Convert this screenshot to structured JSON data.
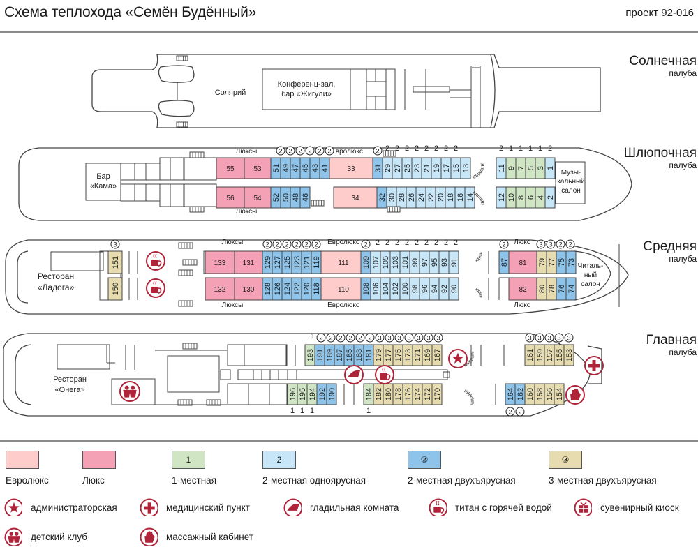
{
  "header": {
    "title": "Схема теплохода «Семён Будённый»",
    "project": "проект 92-016"
  },
  "colors": {
    "euroluxe": "#ffcccc",
    "luxe": "#f4a1b5",
    "single": "#cfe5c4",
    "double_single_tier": "#c7e6f7",
    "double_bunk": "#8fc4ea",
    "triple_bunk": "#e6dcb0",
    "amenity": "#b0243a",
    "line": "#444444"
  },
  "decks": {
    "sun": {
      "name": "Солнечная",
      "sub": "палуба",
      "rooms": {
        "solarium": "Солярий",
        "conference": [
          "Конференц-зал,",
          "бар «Жигули»"
        ]
      }
    },
    "boat": {
      "name": "Шлюпочная",
      "sub": "палуба",
      "rooms": {
        "bar": [
          "Бар",
          "«Кама»"
        ],
        "music": [
          "Музы-",
          "кальный",
          "салон"
        ]
      },
      "labels": {
        "lux_top": "Люксы",
        "lux_bottom": "Люксы",
        "euro": "Евролюкс"
      },
      "top_row": [
        {
          "n": "55",
          "t": "luxe"
        },
        {
          "n": "53",
          "t": "luxe"
        },
        {
          "n": "51",
          "t": "double_bunk"
        },
        {
          "n": "49",
          "t": "double_bunk"
        },
        {
          "n": "47",
          "t": "double_bunk"
        },
        {
          "n": "45",
          "t": "double_bunk"
        },
        {
          "n": "43",
          "t": "double_bunk"
        },
        {
          "n": "41",
          "t": "double_bunk"
        },
        {
          "n": "33",
          "t": "euroluxe"
        },
        {
          "n": "31",
          "t": "double_bunk"
        },
        {
          "n": "29",
          "t": "double_single_tier"
        },
        {
          "n": "27",
          "t": "double_single_tier"
        },
        {
          "n": "25",
          "t": "double_single_tier"
        },
        {
          "n": "23",
          "t": "double_single_tier"
        },
        {
          "n": "21",
          "t": "double_single_tier"
        },
        {
          "n": "19",
          "t": "double_single_tier"
        },
        {
          "n": "17",
          "t": "double_single_tier"
        },
        {
          "n": "15",
          "t": "double_single_tier"
        },
        {
          "n": "13",
          "t": "double_single_tier"
        },
        {
          "n": "11",
          "t": "double_single_tier"
        },
        {
          "n": "9",
          "t": "single"
        },
        {
          "n": "7",
          "t": "single"
        },
        {
          "n": "5",
          "t": "single"
        },
        {
          "n": "3",
          "t": "single"
        },
        {
          "n": "1",
          "t": "double_single_tier"
        }
      ],
      "bottom_row": [
        {
          "n": "56",
          "t": "luxe"
        },
        {
          "n": "54",
          "t": "luxe"
        },
        {
          "n": "52",
          "t": "double_bunk"
        },
        {
          "n": "50",
          "t": "double_bunk"
        },
        {
          "n": "48",
          "t": "double_bunk"
        },
        {
          "n": "46",
          "t": "double_bunk"
        },
        {
          "n": "34",
          "t": "euroluxe"
        },
        {
          "n": "32",
          "t": "double_bunk"
        },
        {
          "n": "30",
          "t": "double_single_tier"
        },
        {
          "n": "28",
          "t": "double_single_tier"
        },
        {
          "n": "26",
          "t": "double_single_tier"
        },
        {
          "n": "24",
          "t": "double_single_tier"
        },
        {
          "n": "22",
          "t": "double_single_tier"
        },
        {
          "n": "20",
          "t": "double_single_tier"
        },
        {
          "n": "18",
          "t": "double_single_tier"
        },
        {
          "n": "16",
          "t": "double_single_tier"
        },
        {
          "n": "14",
          "t": "double_single_tier"
        },
        {
          "n": "12",
          "t": "double_single_tier"
        },
        {
          "n": "10",
          "t": "single"
        },
        {
          "n": "8",
          "t": "single"
        },
        {
          "n": "6",
          "t": "single"
        },
        {
          "n": "4",
          "t": "single"
        },
        {
          "n": "2",
          "t": "double_single_tier"
        }
      ]
    },
    "middle": {
      "name": "Средняя",
      "sub": "палуба",
      "rooms": {
        "restaurant": [
          "Ресторан",
          "«Ладога»"
        ],
        "reading": [
          "Читаль-",
          "ный",
          "салон"
        ]
      },
      "labels": {
        "lux_top": "Люксы",
        "lux_bottom": "Люксы",
        "euro_top": "Евролюкс",
        "euro_bottom": "Евролюкс",
        "lux_fwd_top": "Люкс",
        "lux_fwd_bottom": "Люкс"
      },
      "top_row": [
        {
          "n": "151",
          "t": "triple_bunk"
        },
        {
          "n": "133",
          "t": "luxe"
        },
        {
          "n": "131",
          "t": "luxe"
        },
        {
          "n": "129",
          "t": "double_bunk"
        },
        {
          "n": "127",
          "t": "double_bunk"
        },
        {
          "n": "125",
          "t": "double_bunk"
        },
        {
          "n": "123",
          "t": "double_bunk"
        },
        {
          "n": "121",
          "t": "double_bunk"
        },
        {
          "n": "119",
          "t": "double_bunk"
        },
        {
          "n": "111",
          "t": "euroluxe"
        },
        {
          "n": "109",
          "t": "double_bunk"
        },
        {
          "n": "107",
          "t": "double_single_tier"
        },
        {
          "n": "105",
          "t": "double_single_tier"
        },
        {
          "n": "103",
          "t": "double_single_tier"
        },
        {
          "n": "101",
          "t": "double_single_tier"
        },
        {
          "n": "99",
          "t": "double_single_tier"
        },
        {
          "n": "97",
          "t": "double_single_tier"
        },
        {
          "n": "95",
          "t": "double_single_tier"
        },
        {
          "n": "93",
          "t": "double_single_tier"
        },
        {
          "n": "91",
          "t": "double_single_tier"
        },
        {
          "n": "87",
          "t": "double_bunk"
        },
        {
          "n": "81",
          "t": "luxe"
        },
        {
          "n": "79",
          "t": "triple_bunk"
        },
        {
          "n": "77",
          "t": "triple_bunk"
        },
        {
          "n": "75",
          "t": "double_bunk"
        },
        {
          "n": "73",
          "t": "double_bunk"
        }
      ],
      "bottom_row": [
        {
          "n": "150",
          "t": "triple_bunk"
        },
        {
          "n": "132",
          "t": "luxe"
        },
        {
          "n": "130",
          "t": "luxe"
        },
        {
          "n": "128",
          "t": "double_bunk"
        },
        {
          "n": "126",
          "t": "double_bunk"
        },
        {
          "n": "124",
          "t": "double_bunk"
        },
        {
          "n": "122",
          "t": "double_bunk"
        },
        {
          "n": "120",
          "t": "double_bunk"
        },
        {
          "n": "118",
          "t": "double_bunk"
        },
        {
          "n": "110",
          "t": "euroluxe"
        },
        {
          "n": "108",
          "t": "double_bunk"
        },
        {
          "n": "106",
          "t": "double_single_tier"
        },
        {
          "n": "104",
          "t": "double_single_tier"
        },
        {
          "n": "102",
          "t": "double_single_tier"
        },
        {
          "n": "100",
          "t": "double_single_tier"
        },
        {
          "n": "98",
          "t": "double_single_tier"
        },
        {
          "n": "96",
          "t": "double_single_tier"
        },
        {
          "n": "94",
          "t": "double_single_tier"
        },
        {
          "n": "92",
          "t": "double_single_tier"
        },
        {
          "n": "90",
          "t": "double_single_tier"
        },
        {
          "n": "82",
          "t": "luxe"
        },
        {
          "n": "80",
          "t": "triple_bunk"
        },
        {
          "n": "78",
          "t": "triple_bunk"
        },
        {
          "n": "76",
          "t": "double_bunk"
        },
        {
          "n": "74",
          "t": "double_bunk"
        }
      ]
    },
    "main": {
      "name": "Главная",
      "sub": "палуба",
      "rooms": {
        "restaurant": [
          "Ресторан",
          "«Онега»"
        ]
      },
      "top_row": [
        {
          "n": "193",
          "t": "single"
        },
        {
          "n": "191",
          "t": "double_bunk"
        },
        {
          "n": "189",
          "t": "double_bunk"
        },
        {
          "n": "187",
          "t": "double_bunk"
        },
        {
          "n": "185",
          "t": "double_bunk"
        },
        {
          "n": "183",
          "t": "double_bunk"
        },
        {
          "n": "181",
          "t": "double_bunk"
        },
        {
          "n": "179",
          "t": "triple_bunk"
        },
        {
          "n": "177",
          "t": "triple_bunk"
        },
        {
          "n": "175",
          "t": "triple_bunk"
        },
        {
          "n": "173",
          "t": "triple_bunk"
        },
        {
          "n": "171",
          "t": "triple_bunk"
        },
        {
          "n": "169",
          "t": "triple_bunk"
        },
        {
          "n": "167",
          "t": "triple_bunk"
        },
        {
          "n": "161",
          "t": "triple_bunk"
        },
        {
          "n": "159",
          "t": "triple_bunk"
        },
        {
          "n": "157",
          "t": "triple_bunk"
        },
        {
          "n": "155",
          "t": "triple_bunk"
        },
        {
          "n": "153",
          "t": "triple_bunk"
        }
      ],
      "bottom_row": [
        {
          "n": "196",
          "t": "single"
        },
        {
          "n": "195",
          "t": "single"
        },
        {
          "n": "194",
          "t": "single"
        },
        {
          "n": "192",
          "t": "double_bunk"
        },
        {
          "n": "190",
          "t": "double_bunk"
        },
        {
          "n": "184",
          "t": "single"
        },
        {
          "n": "182",
          "t": "triple_bunk"
        },
        {
          "n": "180",
          "t": "triple_bunk"
        },
        {
          "n": "178",
          "t": "triple_bunk"
        },
        {
          "n": "176",
          "t": "triple_bunk"
        },
        {
          "n": "174",
          "t": "triple_bunk"
        },
        {
          "n": "172",
          "t": "triple_bunk"
        },
        {
          "n": "170",
          "t": "triple_bunk"
        },
        {
          "n": "164",
          "t": "double_bunk"
        },
        {
          "n": "162",
          "t": "double_bunk"
        },
        {
          "n": "160",
          "t": "triple_bunk"
        },
        {
          "n": "158",
          "t": "triple_bunk"
        },
        {
          "n": "156",
          "t": "triple_bunk"
        },
        {
          "n": "154",
          "t": "triple_bunk"
        }
      ]
    }
  },
  "legend": {
    "cabins": [
      {
        "key": "euroluxe",
        "mark": "",
        "label": "Евролюкс"
      },
      {
        "key": "luxe",
        "mark": "",
        "label": "Люкс"
      },
      {
        "key": "single",
        "mark": "1",
        "label": "1-местная"
      },
      {
        "key": "double_single_tier",
        "mark": "2",
        "label": "2-местная одноярусная"
      },
      {
        "key": "double_bunk",
        "mark": "②",
        "label": "2-местная двухъярусная"
      },
      {
        "key": "triple_bunk",
        "mark": "③",
        "label": "3-местная двухъярусная"
      }
    ],
    "amenities": [
      {
        "icon": "star",
        "label": "администраторская"
      },
      {
        "icon": "cross",
        "label": "медицинский пункт"
      },
      {
        "icon": "iron",
        "label": "гладильная комната"
      },
      {
        "icon": "cup",
        "label": "титан с горячей водой"
      },
      {
        "icon": "gift",
        "label": "сувенирный киоск"
      },
      {
        "icon": "kids",
        "label": "детский клуб"
      },
      {
        "icon": "hand",
        "label": "массажный кабинет"
      }
    ]
  }
}
